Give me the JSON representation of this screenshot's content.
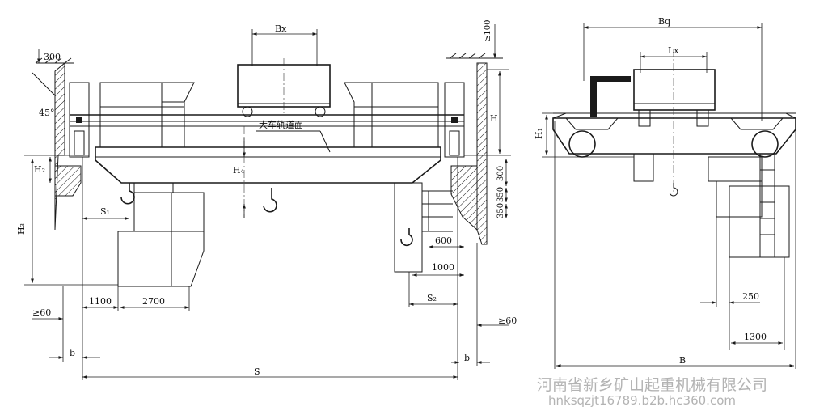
{
  "labels": {
    "v300_top": "300",
    "v100": "≥100",
    "bx": "Bx",
    "bq": "Bq",
    "lx": "Lx",
    "rail_note": "大车轨道面",
    "angle": "45°",
    "h_right": "H",
    "h1": "H₁",
    "h2": "H₂",
    "h3": "H₃",
    "h4": "H₄",
    "s1": "S₁",
    "s2": "S₂",
    "s": "S",
    "b_left": "b",
    "b_right": "b",
    "b_total": "B",
    "d300_right": "300",
    "d350a": "350",
    "d350b": "350",
    "d600": "600",
    "d1000": "1000",
    "d60_left": "≥60",
    "d60_right": "≥60",
    "d1100": "1100",
    "d2700": "2700",
    "d250": "250",
    "d1300": "1300"
  },
  "watermark": {
    "company": "河南省新乡矿山起重机械有限公司",
    "site": "hnksqzjt16789.b2b.hc360.com",
    "color": "#b3b3b3"
  }
}
